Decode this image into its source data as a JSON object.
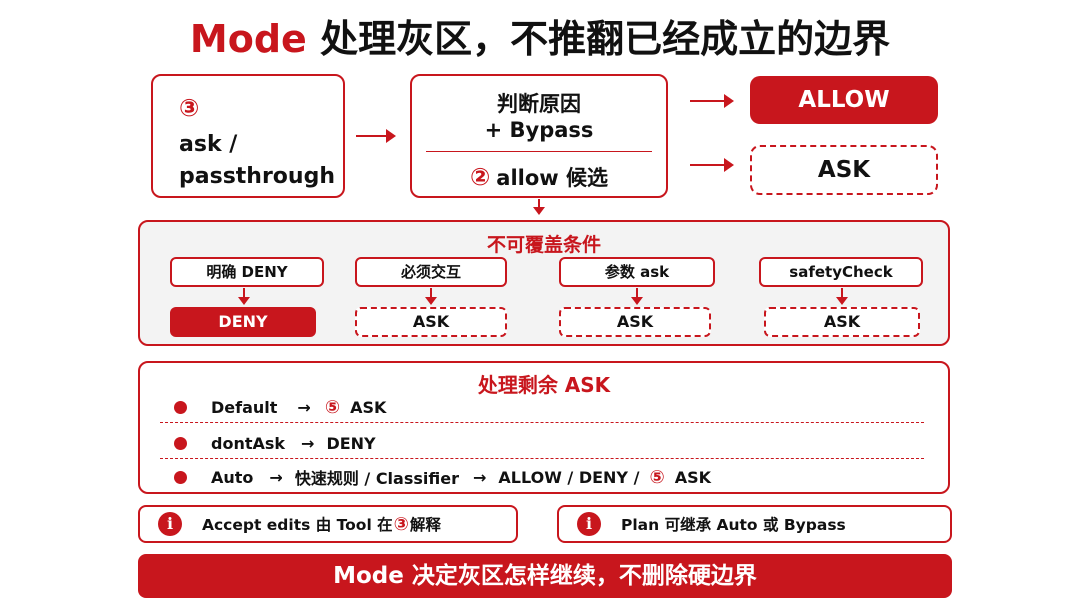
{
  "title": {
    "accent": "Mode",
    "rest": "处理灰区，不推翻已经成立的边界"
  },
  "flow": {
    "input": {
      "num": "③",
      "line1": "ask /",
      "line2": "passthrough"
    },
    "judge": {
      "line1": "判断原因",
      "line2": "+ Bypass",
      "num": "②",
      "line3": "allow 候选"
    },
    "allow": "ALLOW",
    "ask": "ASK"
  },
  "conditions": {
    "title": "不可覆盖条件",
    "items": [
      {
        "label": "明确 DENY",
        "result": "DENY",
        "style": "fill"
      },
      {
        "label": "必须交互",
        "result": "ASK",
        "style": "dash"
      },
      {
        "label": "参数 ask",
        "result": "ASK",
        "style": "dash"
      },
      {
        "label": "safetyCheck",
        "result": "ASK",
        "style": "dash"
      }
    ]
  },
  "remaining": {
    "title": "处理剩余 ASK",
    "rows": [
      {
        "mode": "Default",
        "arrow": "→",
        "num": "⑤",
        "result": "ASK"
      },
      {
        "mode": "dontAsk",
        "arrow": "→",
        "result": "DENY"
      },
      {
        "mode": "Auto",
        "arrow": "→",
        "mid": "快速规则 / Classifier",
        "arrow2": "→",
        "result": "ALLOW / DENY /",
        "num": "⑤",
        "result2": "ASK"
      }
    ]
  },
  "notes": {
    "left": {
      "icon": "i",
      "text1": "Accept edits 由 Tool 在",
      "num": "③",
      "text2": "解释"
    },
    "right": {
      "icon": "i",
      "text": "Plan 可继承 Auto 或 Bypass"
    }
  },
  "banner": "Mode 决定灰区怎样继续，不删除硬边界",
  "colors": {
    "accent": "#c8161d",
    "panel": "#f3f3f3"
  }
}
